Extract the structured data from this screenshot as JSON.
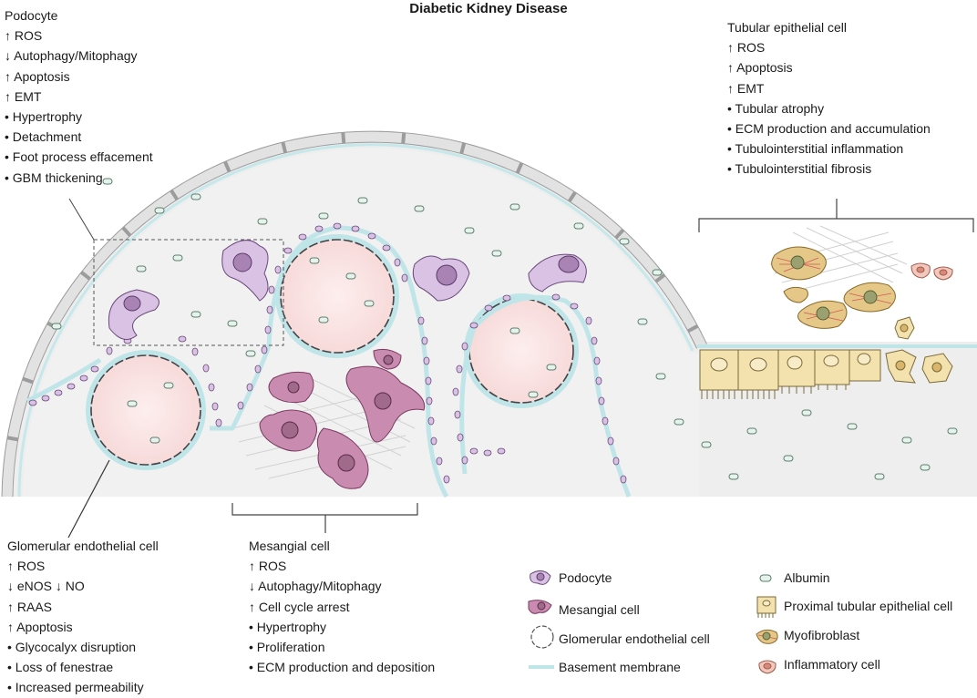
{
  "title": "Diabetic Kidney Disease",
  "panels": {
    "podocyte": {
      "heading": "Podocyte",
      "items": [
        "↑ ROS",
        "↓ Autophagy/Mitophagy",
        "↑ Apoptosis",
        "↑ EMT",
        "• Hypertrophy",
        "• Detachment",
        "• Foot process effacement",
        "• GBM thickening"
      ]
    },
    "tubular": {
      "heading": "Tubular epithelial cell",
      "items": [
        "↑ ROS",
        "↑ Apoptosis",
        "↑ EMT",
        "• Tubular atrophy",
        "• ECM production and accumulation",
        "• Tubulointerstitial inflammation",
        "• Tubulointerstitial fibrosis"
      ]
    },
    "endothelial": {
      "heading": "Glomerular endothelial cell",
      "items": [
        "↑ ROS",
        "↓ eNOS ↓ NO",
        "↑ RAAS",
        "↑ Apoptosis",
        "• Glycocalyx disruption",
        "• Loss of fenestrae",
        "• Increased permeability"
      ]
    },
    "mesangial": {
      "heading": "Mesangial cell",
      "items": [
        "↑ ROS",
        "↓ Autophagy/Mitophagy",
        "↑ Cell cycle arrest",
        "• Hypertrophy",
        "• Proliferation",
        "• ECM production and deposition"
      ]
    }
  },
  "legend": {
    "items": [
      {
        "label": "Podocyte",
        "icon": "podocyte-icon"
      },
      {
        "label": "Mesangial cell",
        "icon": "mesangial-cell-icon"
      },
      {
        "label": "Glomerular endothelial cell",
        "icon": "endothelial-cell-icon"
      },
      {
        "label": "Basement membrane",
        "icon": "basement-membrane-icon"
      },
      {
        "label": "Albumin",
        "icon": "albumin-icon"
      },
      {
        "label": "Proximal tubular epithelial cell",
        "icon": "tubular-cell-icon"
      },
      {
        "label": "Myofibroblast",
        "icon": "myofibroblast-icon"
      },
      {
        "label": "Inflammatory cell",
        "icon": "inflammatory-cell-icon"
      }
    ]
  },
  "colors": {
    "podocyte": "#d9c2e3",
    "mesangial": "#c98bb0",
    "capillary": "#fbe4e4",
    "membrane": "#bfe5e8",
    "tubular": "#f3e2ae",
    "myofibroblast": "#d9b56c",
    "inflammatory": "#f2c7bd",
    "background": "#eeeeee"
  }
}
